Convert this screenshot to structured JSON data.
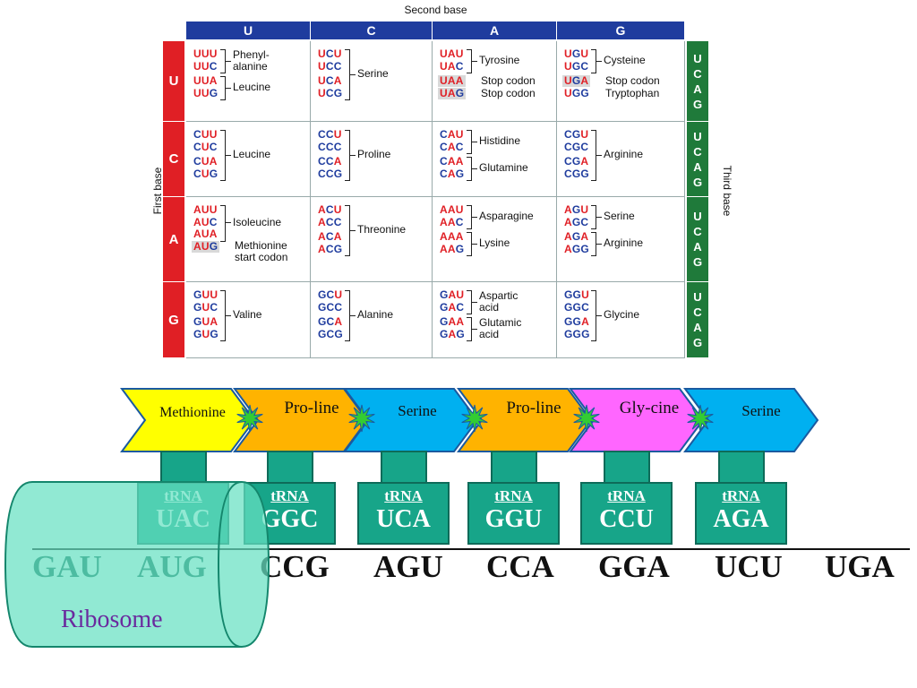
{
  "codon_table": {
    "second_base_label": "Second base",
    "first_base_label": "First base",
    "third_base_label": "Third base",
    "columns": [
      "U",
      "C",
      "A",
      "G"
    ],
    "rows": [
      "U",
      "C",
      "A",
      "G"
    ],
    "third_base_letters": [
      "U",
      "C",
      "A",
      "G"
    ],
    "cells": [
      [
        {
          "codons": [
            "UUU",
            "UUC",
            "UUA",
            "UUG"
          ],
          "groups": [
            {
              "span": [
                0,
                1
              ],
              "label": "Phenyl-\nalanine"
            },
            {
              "span": [
                2,
                3
              ],
              "label": "Leucine"
            }
          ]
        },
        {
          "codons": [
            "UCU",
            "UCC",
            "UCA",
            "UCG"
          ],
          "groups": [
            {
              "span": [
                0,
                3
              ],
              "label": "Serine"
            }
          ]
        },
        {
          "codons": [
            "UAU",
            "UAC",
            "UAA",
            "UAG"
          ],
          "groups": [
            {
              "span": [
                0,
                1
              ],
              "label": "Tyrosine"
            },
            {
              "single": 2,
              "label": "Stop codon"
            },
            {
              "single": 3,
              "label": "Stop codon"
            }
          ],
          "highlight": [
            2,
            3
          ]
        },
        {
          "codons": [
            "UGU",
            "UGC",
            "UGA",
            "UGG"
          ],
          "groups": [
            {
              "span": [
                0,
                1
              ],
              "label": "Cysteine"
            },
            {
              "single": 2,
              "label": "Stop codon"
            },
            {
              "single": 3,
              "label": "Tryptophan"
            }
          ],
          "highlight": [
            2
          ]
        }
      ],
      [
        {
          "codons": [
            "CUU",
            "CUC",
            "CUA",
            "CUG"
          ],
          "groups": [
            {
              "span": [
                0,
                3
              ],
              "label": "Leucine"
            }
          ]
        },
        {
          "codons": [
            "CCU",
            "CCC",
            "CCA",
            "CCG"
          ],
          "groups": [
            {
              "span": [
                0,
                3
              ],
              "label": "Proline"
            }
          ]
        },
        {
          "codons": [
            "CAU",
            "CAC",
            "CAA",
            "CAG"
          ],
          "groups": [
            {
              "span": [
                0,
                1
              ],
              "label": "Histidine"
            },
            {
              "span": [
                2,
                3
              ],
              "label": "Glutamine"
            }
          ]
        },
        {
          "codons": [
            "CGU",
            "CGC",
            "CGA",
            "CGG"
          ],
          "groups": [
            {
              "span": [
                0,
                3
              ],
              "label": "Arginine"
            }
          ]
        }
      ],
      [
        {
          "codons": [
            "AUU",
            "AUC",
            "AUA",
            "AUG"
          ],
          "groups": [
            {
              "span": [
                0,
                2
              ],
              "label": "Isoleucine"
            },
            {
              "single": 3,
              "label": "Methionine\nstart codon"
            }
          ],
          "highlight": [
            3
          ]
        },
        {
          "codons": [
            "ACU",
            "ACC",
            "ACA",
            "ACG"
          ],
          "groups": [
            {
              "span": [
                0,
                3
              ],
              "label": "Threonine"
            }
          ]
        },
        {
          "codons": [
            "AAU",
            "AAC",
            "AAA",
            "AAG"
          ],
          "groups": [
            {
              "span": [
                0,
                1
              ],
              "label": "Asparagine"
            },
            {
              "span": [
                2,
                3
              ],
              "label": "Lysine"
            }
          ]
        },
        {
          "codons": [
            "AGU",
            "AGC",
            "AGA",
            "AGG"
          ],
          "groups": [
            {
              "span": [
                0,
                1
              ],
              "label": "Serine"
            },
            {
              "span": [
                2,
                3
              ],
              "label": "Arginine"
            }
          ]
        }
      ],
      [
        {
          "codons": [
            "GUU",
            "GUC",
            "GUA",
            "GUG"
          ],
          "groups": [
            {
              "span": [
                0,
                3
              ],
              "label": "Valine"
            }
          ]
        },
        {
          "codons": [
            "GCU",
            "GCC",
            "GCA",
            "GCG"
          ],
          "groups": [
            {
              "span": [
                0,
                3
              ],
              "label": "Alanine"
            }
          ]
        },
        {
          "codons": [
            "GAU",
            "GAC",
            "GAA",
            "GAG"
          ],
          "groups": [
            {
              "span": [
                0,
                1
              ],
              "label": "Aspartic\nacid"
            },
            {
              "span": [
                2,
                3
              ],
              "label": "Glutamic\nacid"
            }
          ]
        },
        {
          "codons": [
            "GGU",
            "GGC",
            "GGA",
            "GGG"
          ],
          "groups": [
            {
              "span": [
                0,
                3
              ],
              "label": "Glycine"
            }
          ]
        }
      ]
    ]
  },
  "amino_acid_chain": [
    {
      "label": "Methionine",
      "color": "#ffff00"
    },
    {
      "label": "Pro-line",
      "color": "#ffb300"
    },
    {
      "label": "Serine",
      "color": "#00b0f0"
    },
    {
      "label": "Pro-line",
      "color": "#ffb300"
    },
    {
      "label": "Gly-cine",
      "color": "#ff66ff"
    },
    {
      "label": "Serine",
      "color": "#00b0f0"
    }
  ],
  "trnas": [
    {
      "label": "tRNA",
      "anticodon": "UAC"
    },
    {
      "label": "tRNA",
      "anticodon": "GGC"
    },
    {
      "label": "tRNA",
      "anticodon": "UCA"
    },
    {
      "label": "tRNA",
      "anticodon": "GGU"
    },
    {
      "label": "tRNA",
      "anticodon": "CCU"
    },
    {
      "label": "tRNA",
      "anticodon": "AGA"
    }
  ],
  "mrna_codons": [
    "GAU",
    "AUG",
    "CCG",
    "AGU",
    "CCA",
    "GGA",
    "UCU",
    "UGA"
  ],
  "ribosome_label": "Ribosome",
  "colors": {
    "peptide_bond_star": "#33cc33",
    "trna": "#17a589",
    "ribosome": "#66e0c2",
    "table_header": "#1f3c9e",
    "first_base": "#e01f25",
    "third_base": "#1f7a3a"
  }
}
